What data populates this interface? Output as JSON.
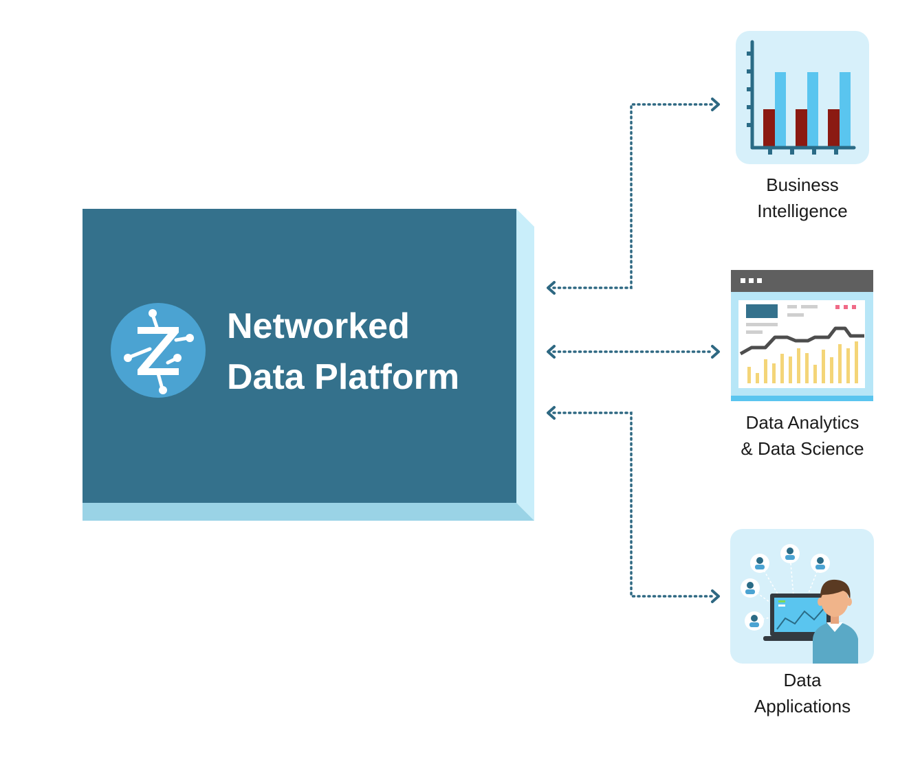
{
  "platform": {
    "title_line1": "Networked",
    "title_line2": "Data Platform",
    "icon": "z-network-logo-icon"
  },
  "nodes": [
    {
      "line1": "Business",
      "line2": "Intelligence",
      "icon": "bar-chart-icon"
    },
    {
      "line1": "Data Analytics",
      "line2": "& Data Science",
      "icon": "analytics-dashboard-icon"
    },
    {
      "line1": "Data",
      "line2": "Applications",
      "icon": "user-laptop-network-icon"
    }
  ],
  "colors": {
    "platform": "#34718c",
    "platform_side": "#c9eefa",
    "platform_bottom": "#9ad3e6",
    "connector": "#2e6882",
    "card_bg": "#d7f0fa",
    "bar_light": "#5ac5ef",
    "bar_dark": "#8b1a12",
    "logo_circle": "#4ba3d2"
  }
}
